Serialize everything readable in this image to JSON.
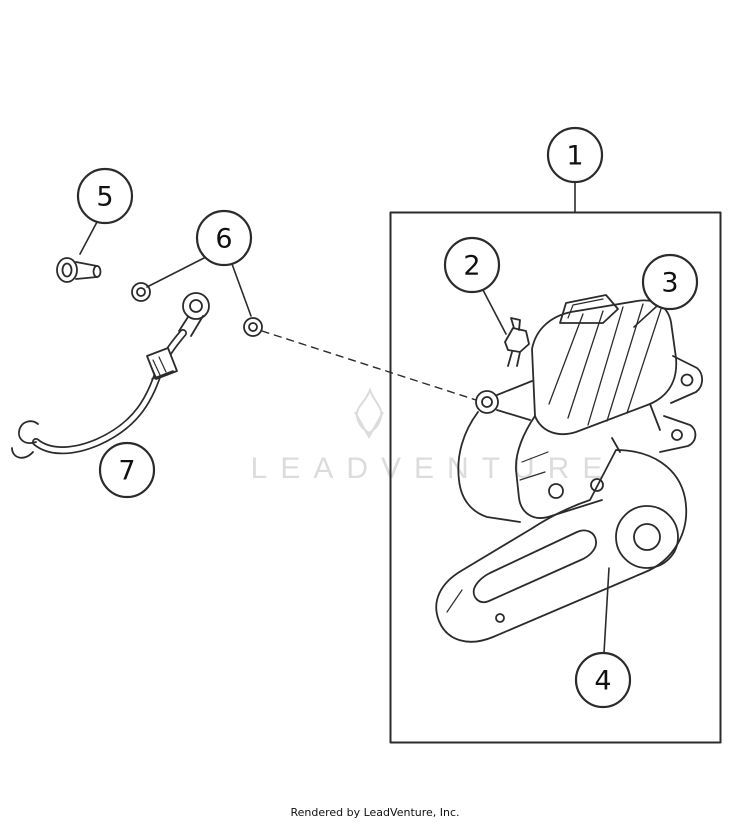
{
  "colors": {
    "line": "#2b2b2b",
    "watermark": "#dcdcdc",
    "background": "#ffffff",
    "text": "#111111"
  },
  "watermark": {
    "text": "LEADVENTURE"
  },
  "footer": {
    "text": "Rendered by LeadVenture, Inc."
  },
  "callouts": [
    {
      "label": "1"
    },
    {
      "label": "2"
    },
    {
      "label": "3"
    },
    {
      "label": "4"
    },
    {
      "label": "5"
    },
    {
      "label": "6"
    },
    {
      "label": "7"
    }
  ]
}
